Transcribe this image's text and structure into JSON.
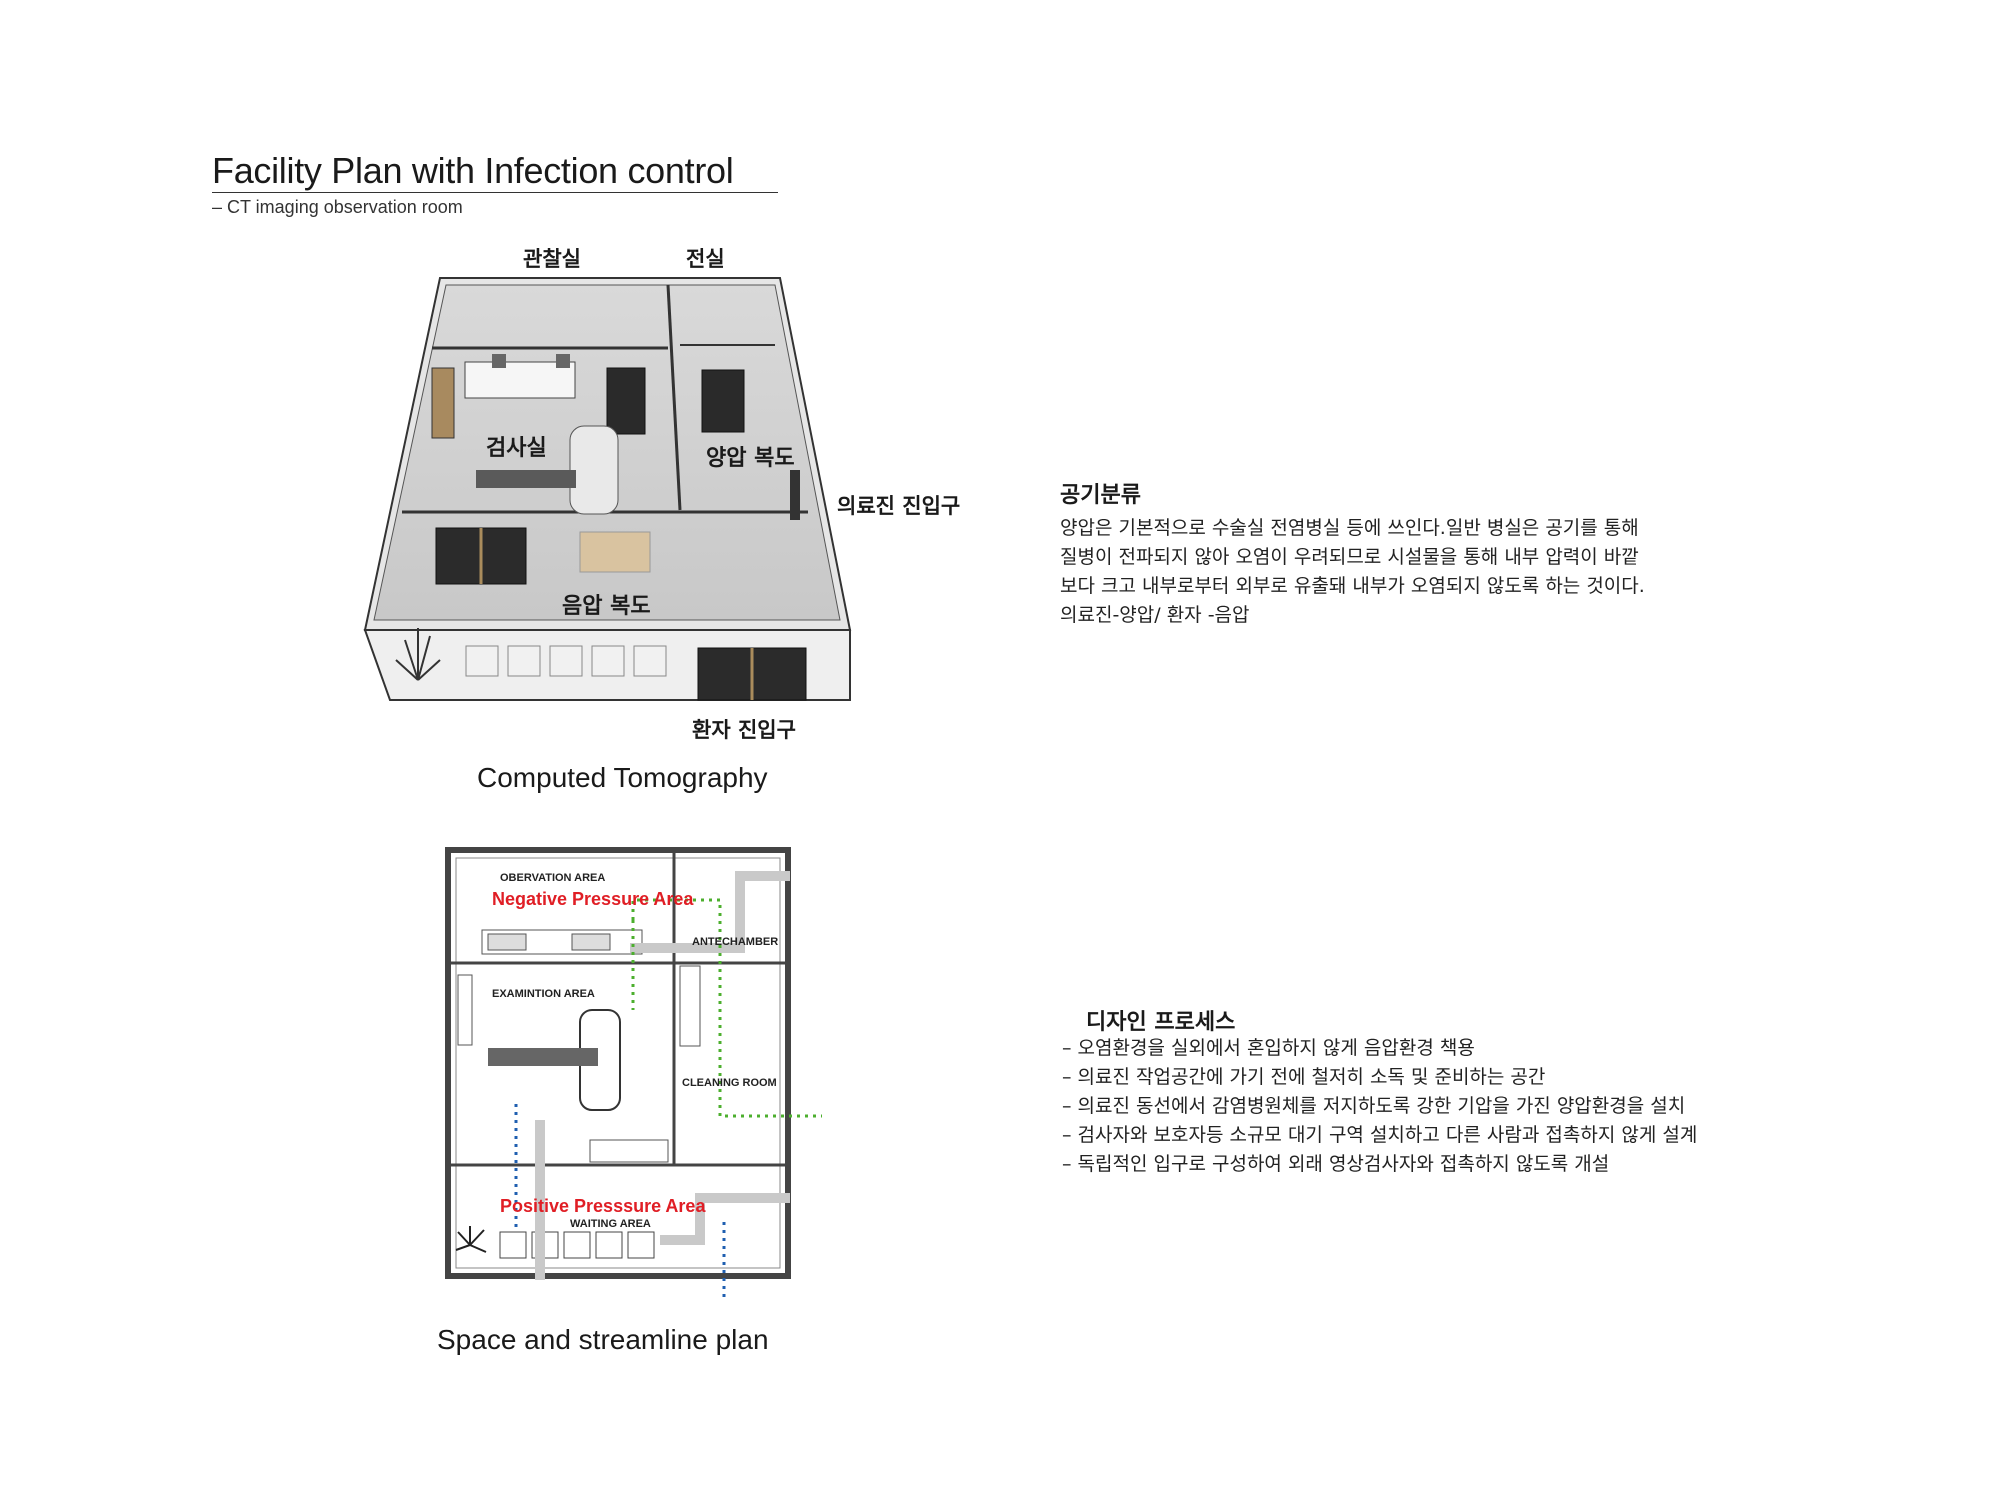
{
  "header": {
    "title": "Facility Plan with Infection control",
    "subtitle": "– CT imaging observation room"
  },
  "iso_labels": {
    "observation_room": "관찰실",
    "anteroom": "전실",
    "exam_room": "검사실",
    "positive_corridor": "양압 복도",
    "staff_entrance": "의료진 진입구",
    "negative_corridor": "음압 복도",
    "patient_entrance": "환자 진입구"
  },
  "captions": {
    "iso": "Computed Tomography",
    "plan": "Space and streamline plan"
  },
  "plan_labels": {
    "observation": "OBERVATION AREA",
    "negative": "Negative Pressure Area",
    "antechamber": "ANTECHAMBER",
    "examination": "EXAMINTION AREA",
    "cleaning": "CLEANING ROOM",
    "positive": "Positive Presssure Area",
    "waiting": "WAITING AREA"
  },
  "colors": {
    "negative_text": "#e01e25",
    "staff_path": "#4caf2e",
    "patient_path": "#1f5fb0",
    "wall": "#444444",
    "duct": "#c9c9c9"
  },
  "air": {
    "heading": "공기분류",
    "lines": [
      "양압은 기본적으로 수술실 전염병실 등에 쓰인다.일반 병실은 공기를 통해",
      "질병이 전파되지 않아 오염이 우려되므로 시설물을 통해 내부 압력이 바깥",
      "보다 크고 내부로부터 외부로 유출돼 내부가 오염되지 않도록 하는 것이다.",
      "의료진-양압/ 환자 -음압"
    ]
  },
  "process": {
    "heading": "디자인 프로세스",
    "lines": [
      "– 오염환경을 실외에서 혼입하지 않게 음압환경 책용",
      "– 의료진 작업공간에 가기 전에 철저히 소독 및 준비하는 공간",
      "– 의료진 동선에서 감염병원체를 저지하도록 강한 기압을 가진 양압환경을 설치",
      "– 검사자와 보호자등 소규모 대기 구역 설치하고 다른 사람과 접촉하지 않게 설계",
      "– 독립적인 입구로 구성하여 외래 영상검사자와 접촉하지 않도록 개설"
    ]
  }
}
